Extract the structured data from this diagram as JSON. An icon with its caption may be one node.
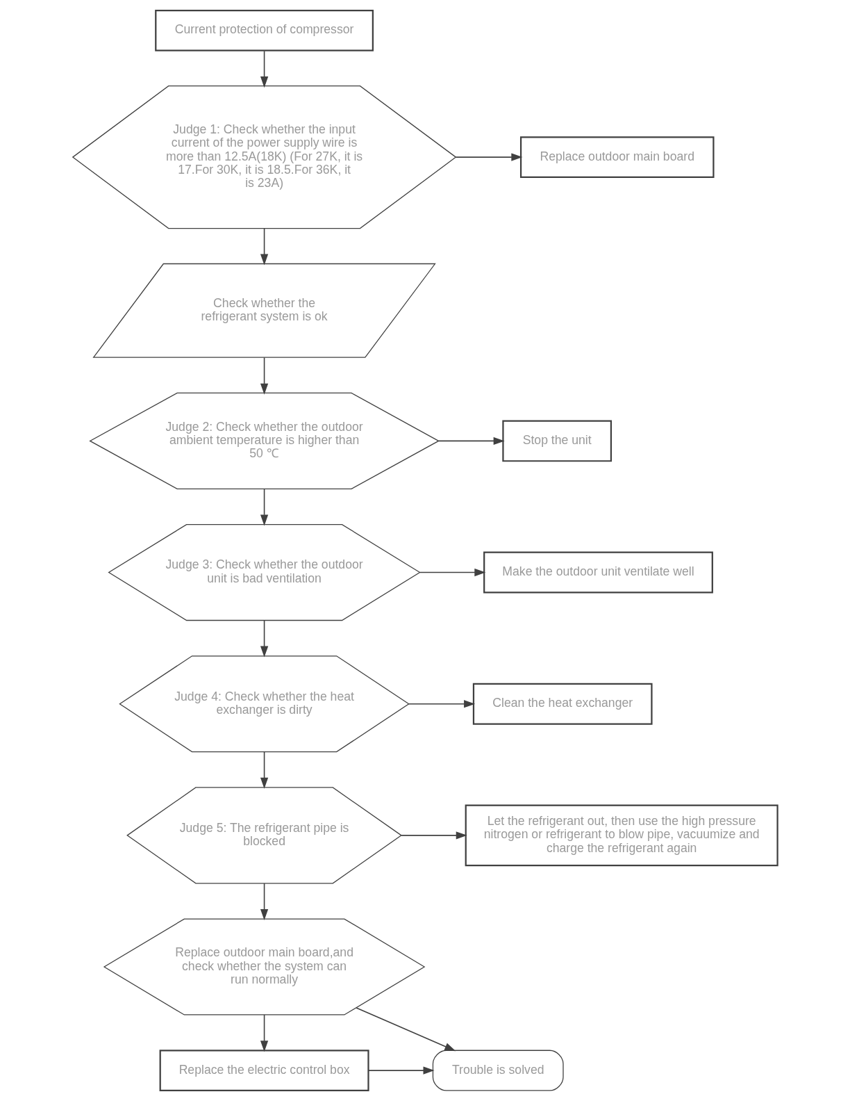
{
  "diagram": {
    "nodes": [
      {
        "text": [
          "Current protection of compressor"
        ]
      },
      {
        "text": [
          "Judge 1: Check whether the input current of the power supply wire is more than 12.5A(18K) (For 27K, it is 17.For 30K, it is 18.5.For 36K, it is 23A)"
        ]
      },
      {
        "text": [
          "Replace outdoor main board"
        ]
      },
      {
        "text": [
          "Check whether the refrigerant system is ok"
        ]
      },
      {
        "text": [
          "Judge 2: Check whether the outdoor ambient temperature is higher than 50 ℃"
        ]
      },
      {
        "text": [
          "Stop the unit"
        ]
      },
      {
        "text": [
          "Judge 3: Check whether the outdoor unit is bad ventilation"
        ]
      },
      {
        "text": [
          "Make the outdoor unit ventilate well"
        ]
      },
      {
        "text": [
          "Judge 4: Check whether the heat exchanger is dirty"
        ]
      },
      {
        "text": [
          "Clean the heat exchanger"
        ]
      },
      {
        "text": [
          "Judge 5: The refrigerant pipe is blocked"
        ]
      },
      {
        "text": [
          "Let the refrigerant out, then use the high pressure nitrogen or refrigerant to blow pipe, vacuumize and charge the refrigerant again"
        ]
      },
      {
        "text": [
          "Replace outdoor main board,and check whether the system can run normally"
        ]
      },
      {
        "text": [
          "Replace the electric control box"
        ]
      },
      {
        "text": [
          "Trouble is solved"
        ]
      }
    ],
    "edges": [
      {
        "from": 0,
        "to": 1,
        "arrow": "to"
      },
      {
        "from": 1,
        "to": 2,
        "arrow": "to"
      },
      {
        "from": 1,
        "to": 3,
        "arrow": "to"
      },
      {
        "from": 3,
        "to": 4,
        "arrow": "to"
      },
      {
        "from": 4,
        "to": 5,
        "arrow": "to"
      },
      {
        "from": 4,
        "to": 6,
        "arrow": "to"
      },
      {
        "from": 6,
        "to": 7,
        "arrow": "to"
      },
      {
        "from": 6,
        "to": 8,
        "arrow": "to"
      },
      {
        "from": 8,
        "to": 9,
        "arrow": "to"
      },
      {
        "from": 8,
        "to": 10,
        "arrow": "to"
      },
      {
        "from": 10,
        "to": 11,
        "arrow": "to"
      },
      {
        "from": 10,
        "to": 12,
        "arrow": "to"
      },
      {
        "from": 12,
        "to": 14,
        "arrow": "to"
      },
      {
        "from": 12,
        "to": 13,
        "arrow": "to"
      },
      {
        "from": 13,
        "to": 14,
        "arrow": "to"
      }
    ]
  }
}
